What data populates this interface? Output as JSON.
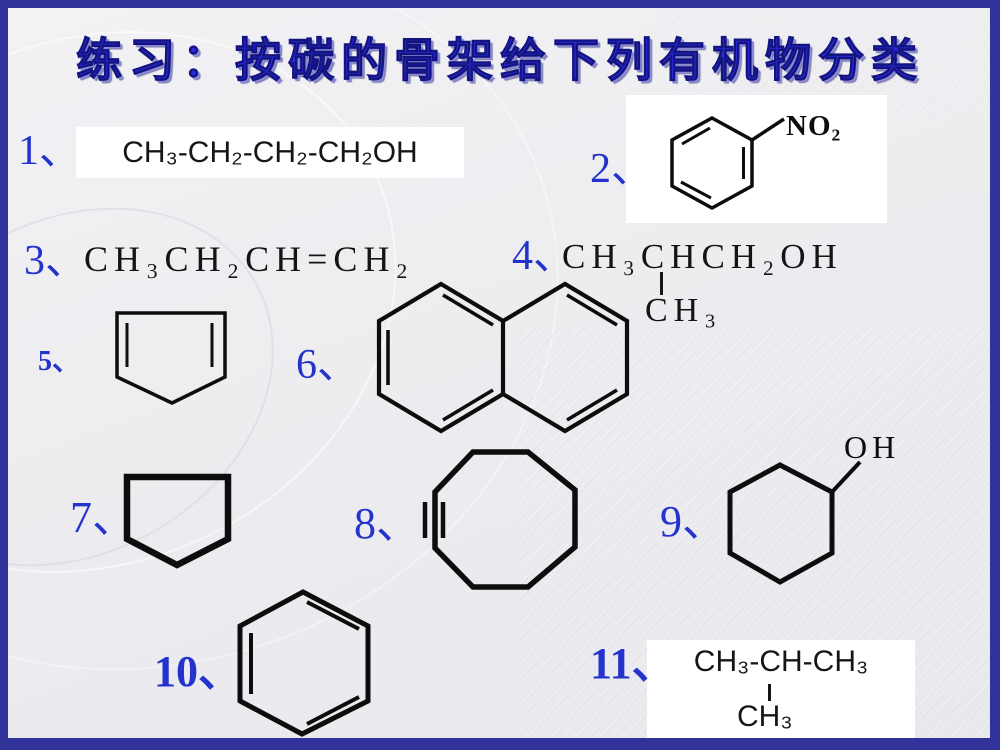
{
  "slide": {
    "title": "练习：按碳的骨架给下列有机物分类"
  },
  "items": {
    "i1": {
      "number": "1、",
      "formula": "CH₃-CH₂-CH₂-CH₂OH"
    },
    "i2": {
      "number": "2、",
      "structure": "nitrobenzene",
      "group_label": "NO₂"
    },
    "i3": {
      "number": "3、",
      "formula": "CH₃CH₂CH=CH₂"
    },
    "i4": {
      "number": "4、",
      "formula_main": "CH₃CHCH₂OH",
      "formula_branch": "CH₃"
    },
    "i5": {
      "number": "5、",
      "structure": "cyclopentadiene"
    },
    "i6": {
      "number": "6、",
      "structure": "naphthalene"
    },
    "i7": {
      "number": "7、",
      "structure": "cyclopentane"
    },
    "i8": {
      "number": "8、",
      "structure": "cyclooctyne"
    },
    "i9": {
      "number": "9、",
      "structure": "cyclohexanol",
      "group_label": "OH"
    },
    "i10": {
      "number": "10、",
      "structure": "benzene"
    },
    "i11": {
      "number": "11、",
      "formula_main": "CH₃-CH-CH₃",
      "formula_branch": "CH₃"
    }
  },
  "colors": {
    "accent_blue": "#2333cc",
    "border_navy": "#32329b",
    "bond_black": "#0d0d0d",
    "box_white": "#ffffff",
    "background": "#ededf0"
  }
}
